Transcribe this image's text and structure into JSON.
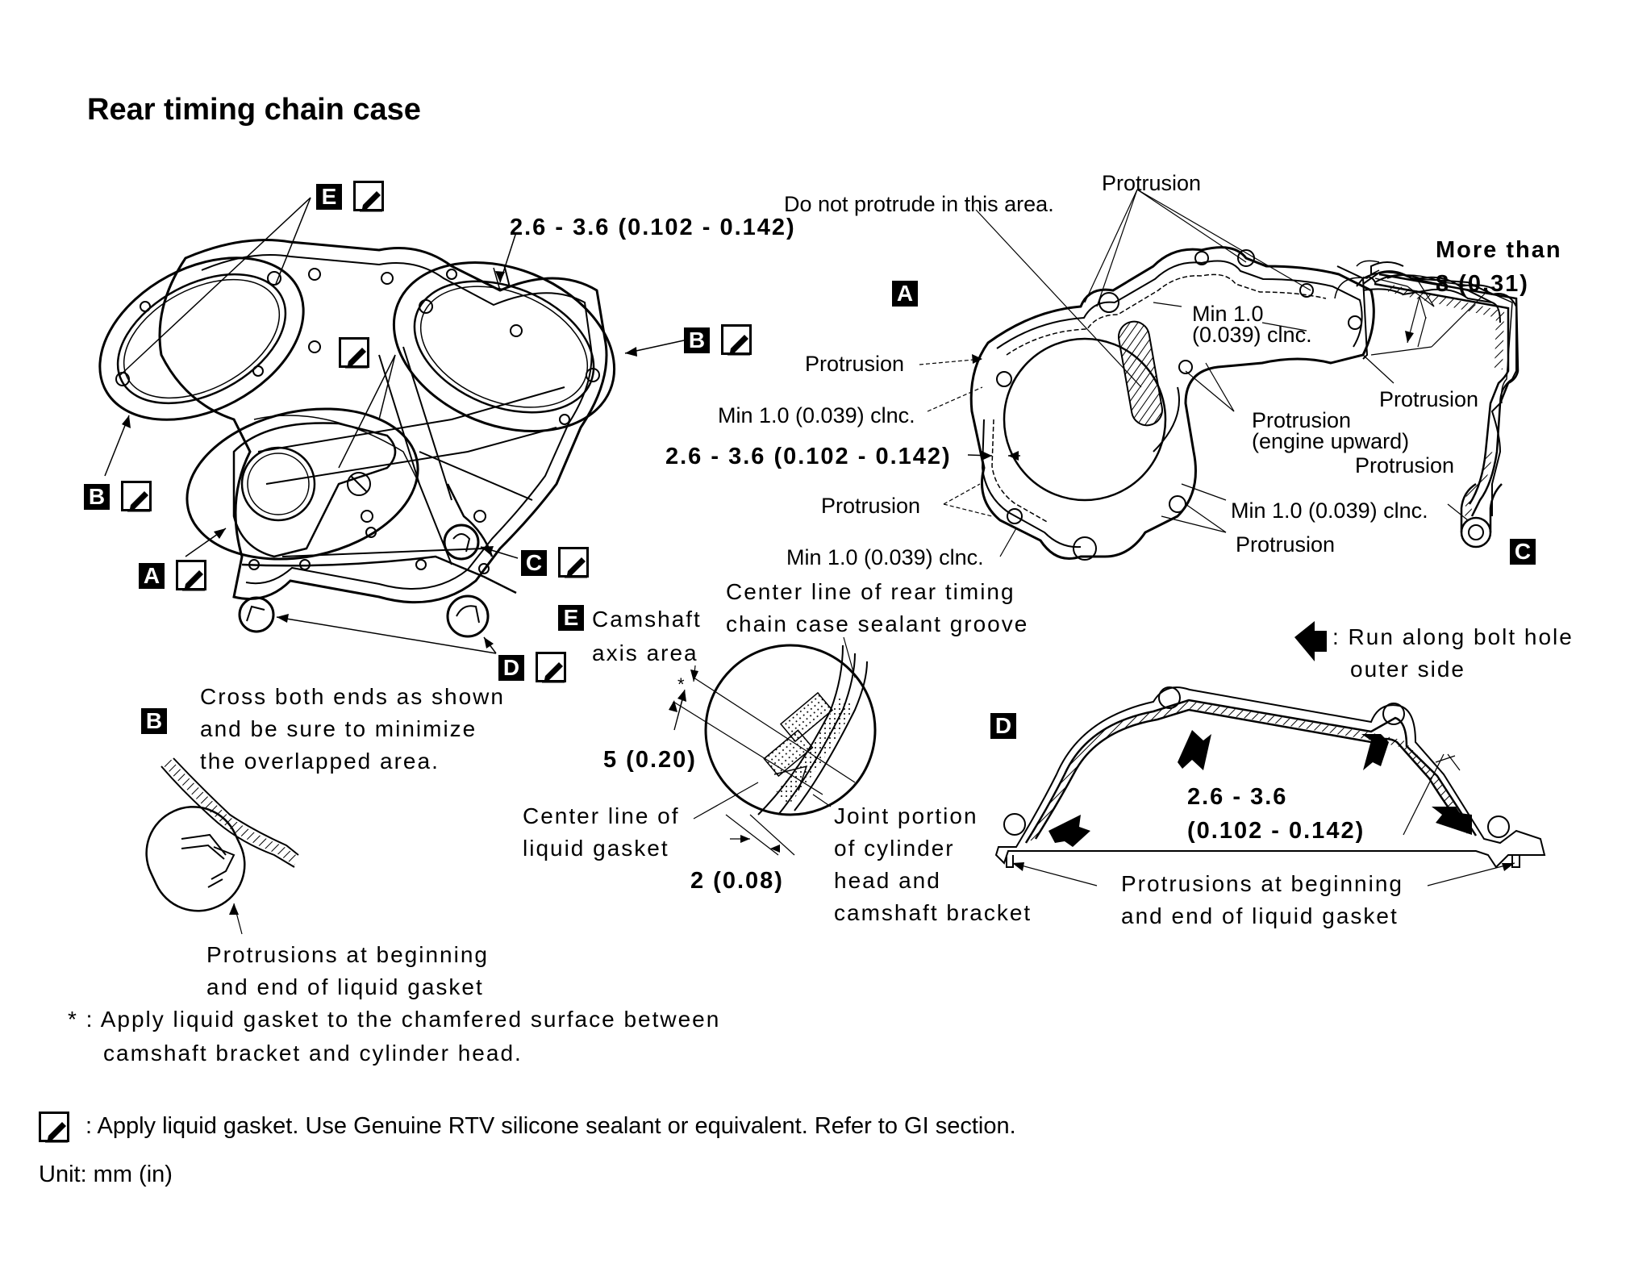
{
  "title": "Rear timing chain case",
  "callouts": {
    "e_top": "E",
    "b_right": "B",
    "b_left": "B",
    "a_left": "A",
    "c_left": "C",
    "d_bottom": "D",
    "view_a": "A",
    "view_c": "C",
    "view_b": "B",
    "view_e": "E",
    "view_d": "D"
  },
  "view_a_labels": {
    "protrusion_top": "Protrusion",
    "do_not_protrude": "Do not protrude in this area.",
    "min_clnc_top_1": "Min 1.0",
    "min_clnc_top_2": "(0.039) clnc.",
    "protrusion_left_1": "Protrusion",
    "min_clnc_left": "Min 1.0 (0.039) clnc.",
    "dim_left": "2.6 - 3.6 (0.102 - 0.142)",
    "protrusion_left_2": "Protrusion",
    "min_clnc_bottom": "Min 1.0 (0.039) clnc.",
    "protrusion_engine_1": "Protrusion",
    "protrusion_engine_2": "(engine upward)",
    "min_clnc_right": "Min 1.0 (0.039) clnc.",
    "protrusion_bottom_right": "Protrusion"
  },
  "view_c_labels": {
    "more_than_1": "More than",
    "more_than_2": "8 (0.31)",
    "protrusion_1": "Protrusion",
    "protrusion_2": "Protrusion"
  },
  "main_labels": {
    "dim_top": "2.6 - 3.6 (0.102 - 0.142)"
  },
  "view_b_labels": {
    "note_1": "Cross both ends as shown",
    "note_2": "and be sure to minimize",
    "note_3": "the overlapped area.",
    "protrusions_1": "Protrusions at beginning",
    "protrusions_2": "and end of liquid gasket"
  },
  "view_e_labels": {
    "camshaft_1": "Camshaft",
    "camshaft_2": "axis area",
    "center_groove_1": "Center line of rear timing",
    "center_groove_2": "chain case sealant groove",
    "asterisk": "*",
    "dim_5": "5 (0.20)",
    "center_gasket_1": "Center line of",
    "center_gasket_2": "liquid gasket",
    "dim_2": "2 (0.08)",
    "joint_1": "Joint portion",
    "joint_2": "of cylinder",
    "joint_3": "head and",
    "joint_4": "camshaft bracket"
  },
  "view_d_labels": {
    "legend_1": ": Run along bolt hole",
    "legend_2": "outer side",
    "dim_1": "2.6 - 3.6",
    "dim_2": "(0.102 - 0.142)",
    "protrusions_1": "Protrusions at beginning",
    "protrusions_2": "and end of liquid gasket"
  },
  "footnotes": {
    "asterisk_1": "* : Apply liquid gasket to the chamfered surface between",
    "asterisk_2": "camshaft bracket and cylinder head.",
    "legend": ": Apply liquid gasket. Use Genuine RTV silicone sealant or equivalent. Refer to GI section.",
    "unit": "Unit: mm (in)"
  }
}
